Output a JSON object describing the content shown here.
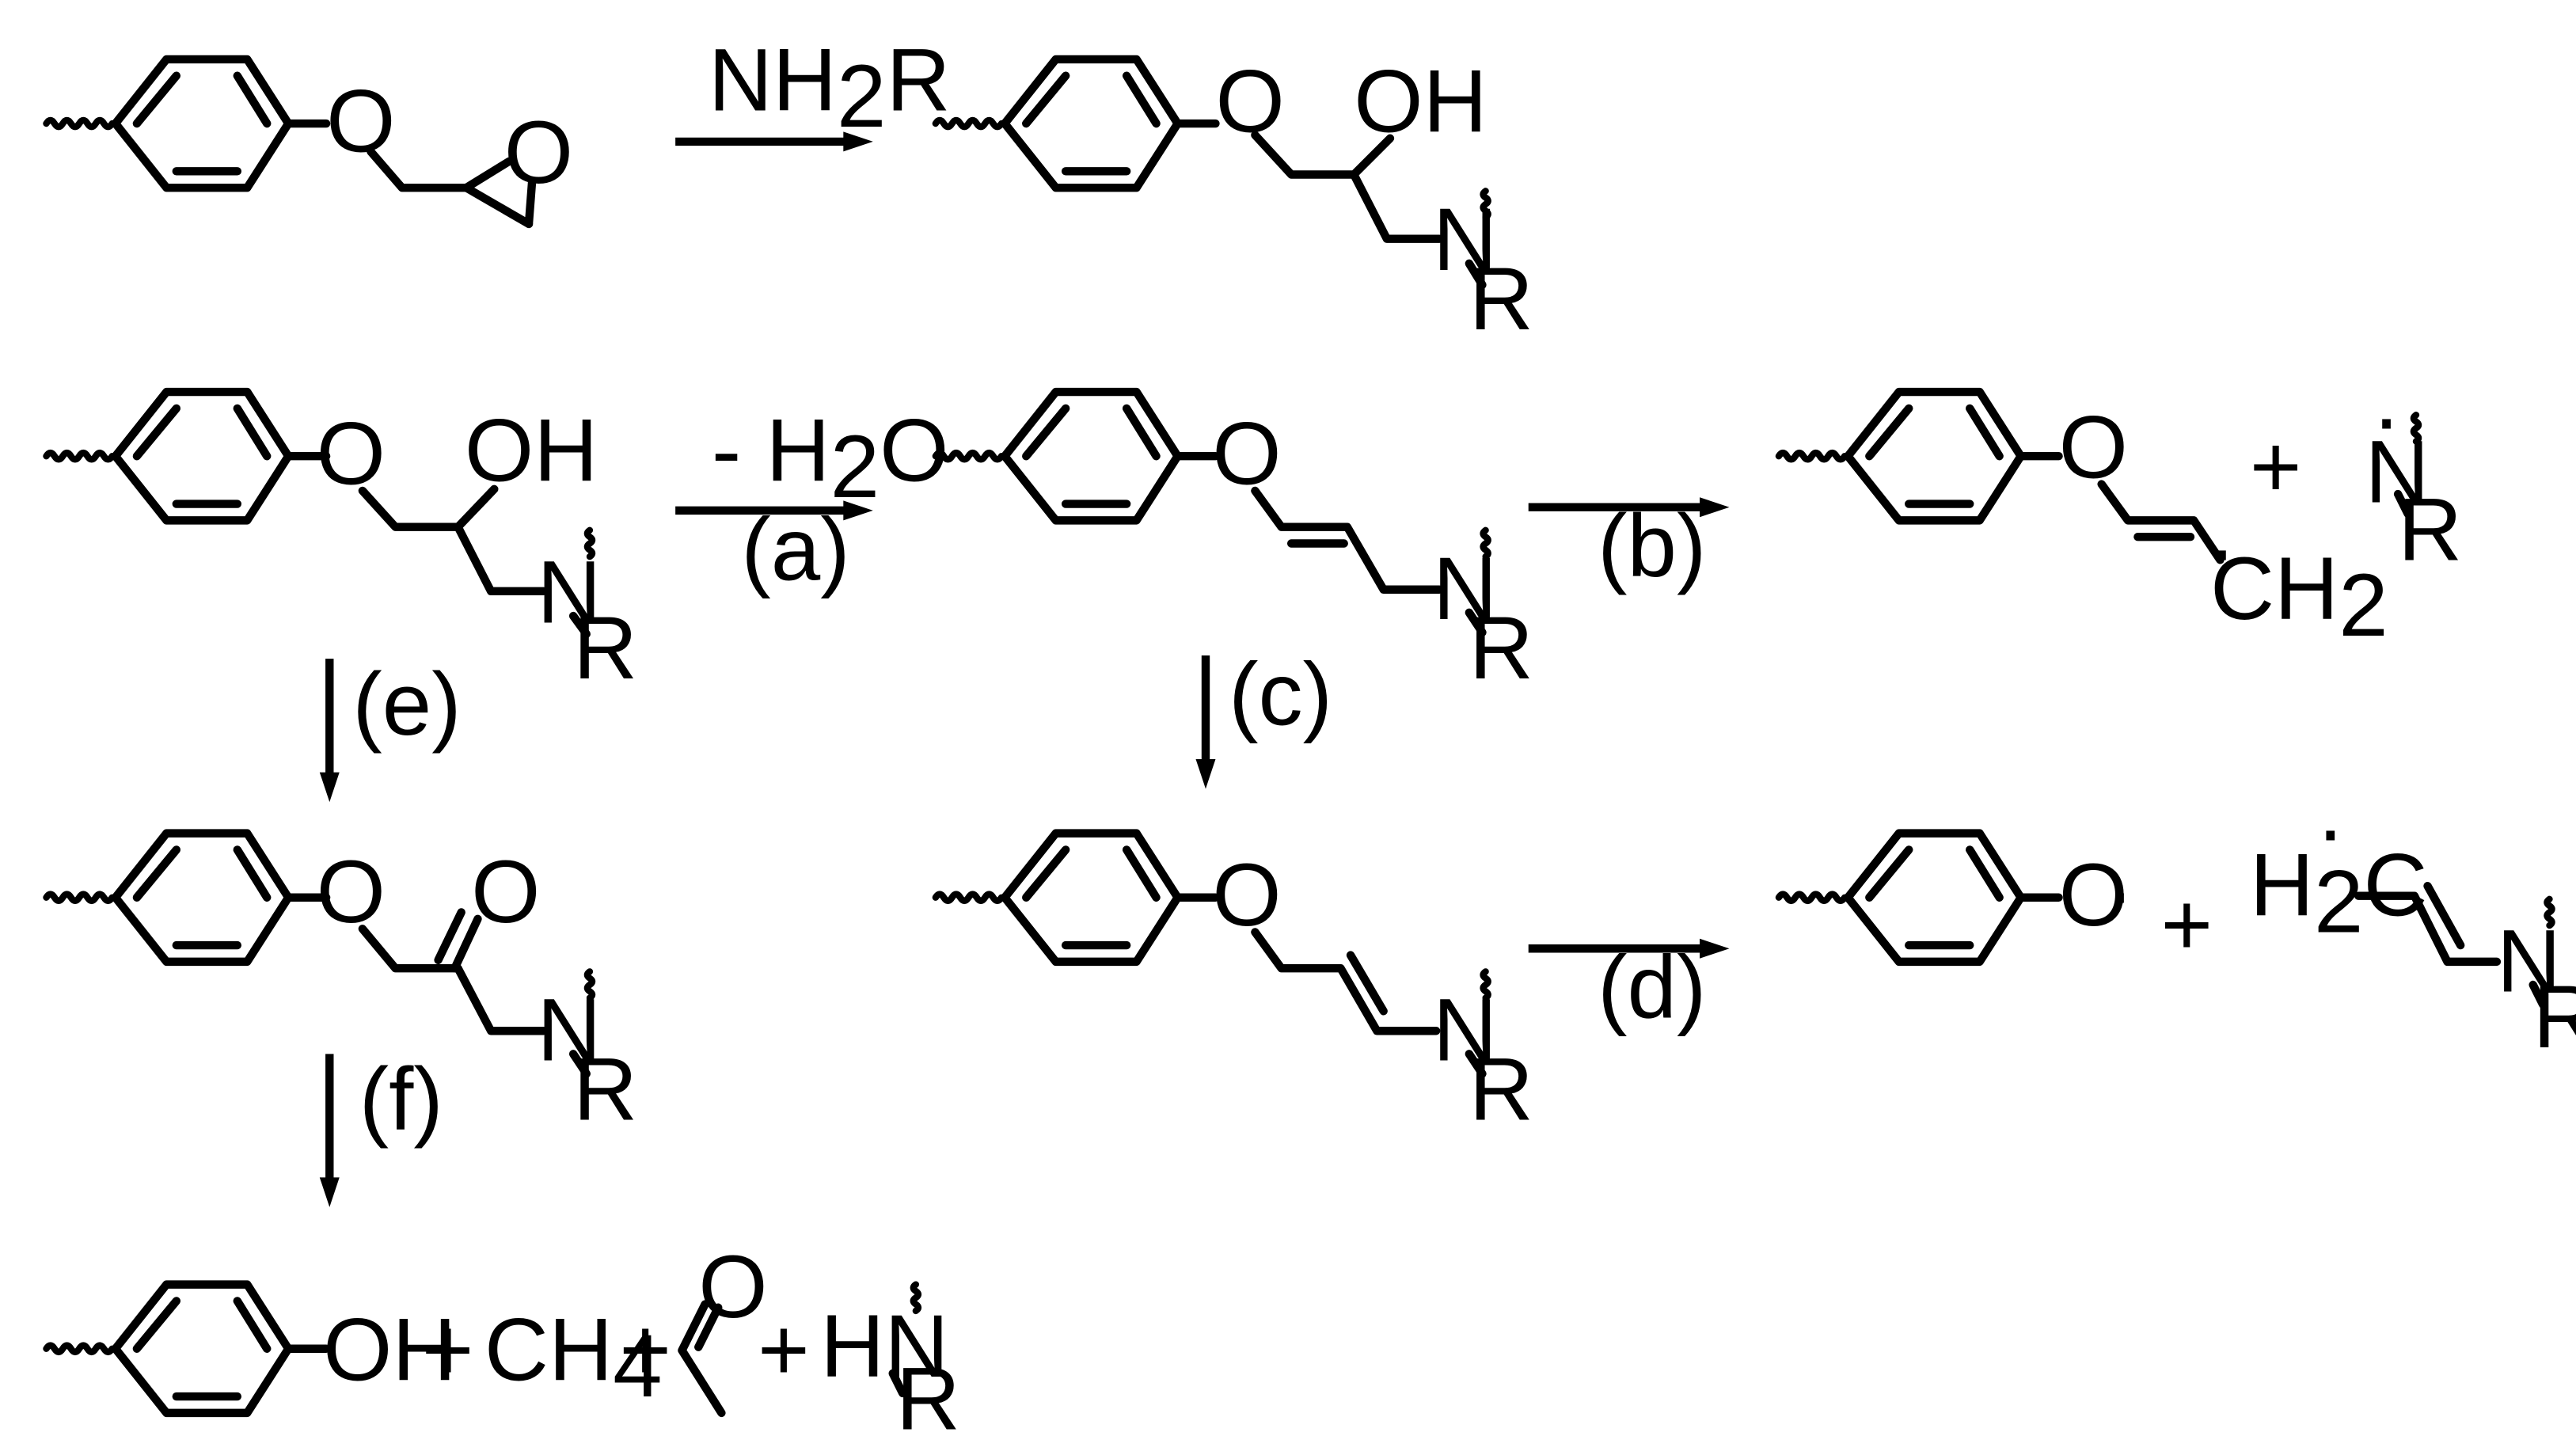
{
  "scheme": {
    "atoms": {
      "O": "O",
      "OH": "OH",
      "N": "N",
      "R": "R",
      "HN": "HN",
      "CH": "CH",
      "H": "H",
      "C": "C",
      "radical_dot": "·",
      "plus": "+",
      "two": "2",
      "four": "4"
    },
    "reagents": {
      "amine_prefix": "NH",
      "amine_suffix": "R",
      "dehydration_prefix": "- H",
      "dehydration_suffix": "O",
      "methane": "CH"
    },
    "steps": {
      "a": "(a)",
      "b": "(b)",
      "c": "(c)",
      "d": "(d)",
      "e": "(e)",
      "f": "(f)"
    }
  }
}
